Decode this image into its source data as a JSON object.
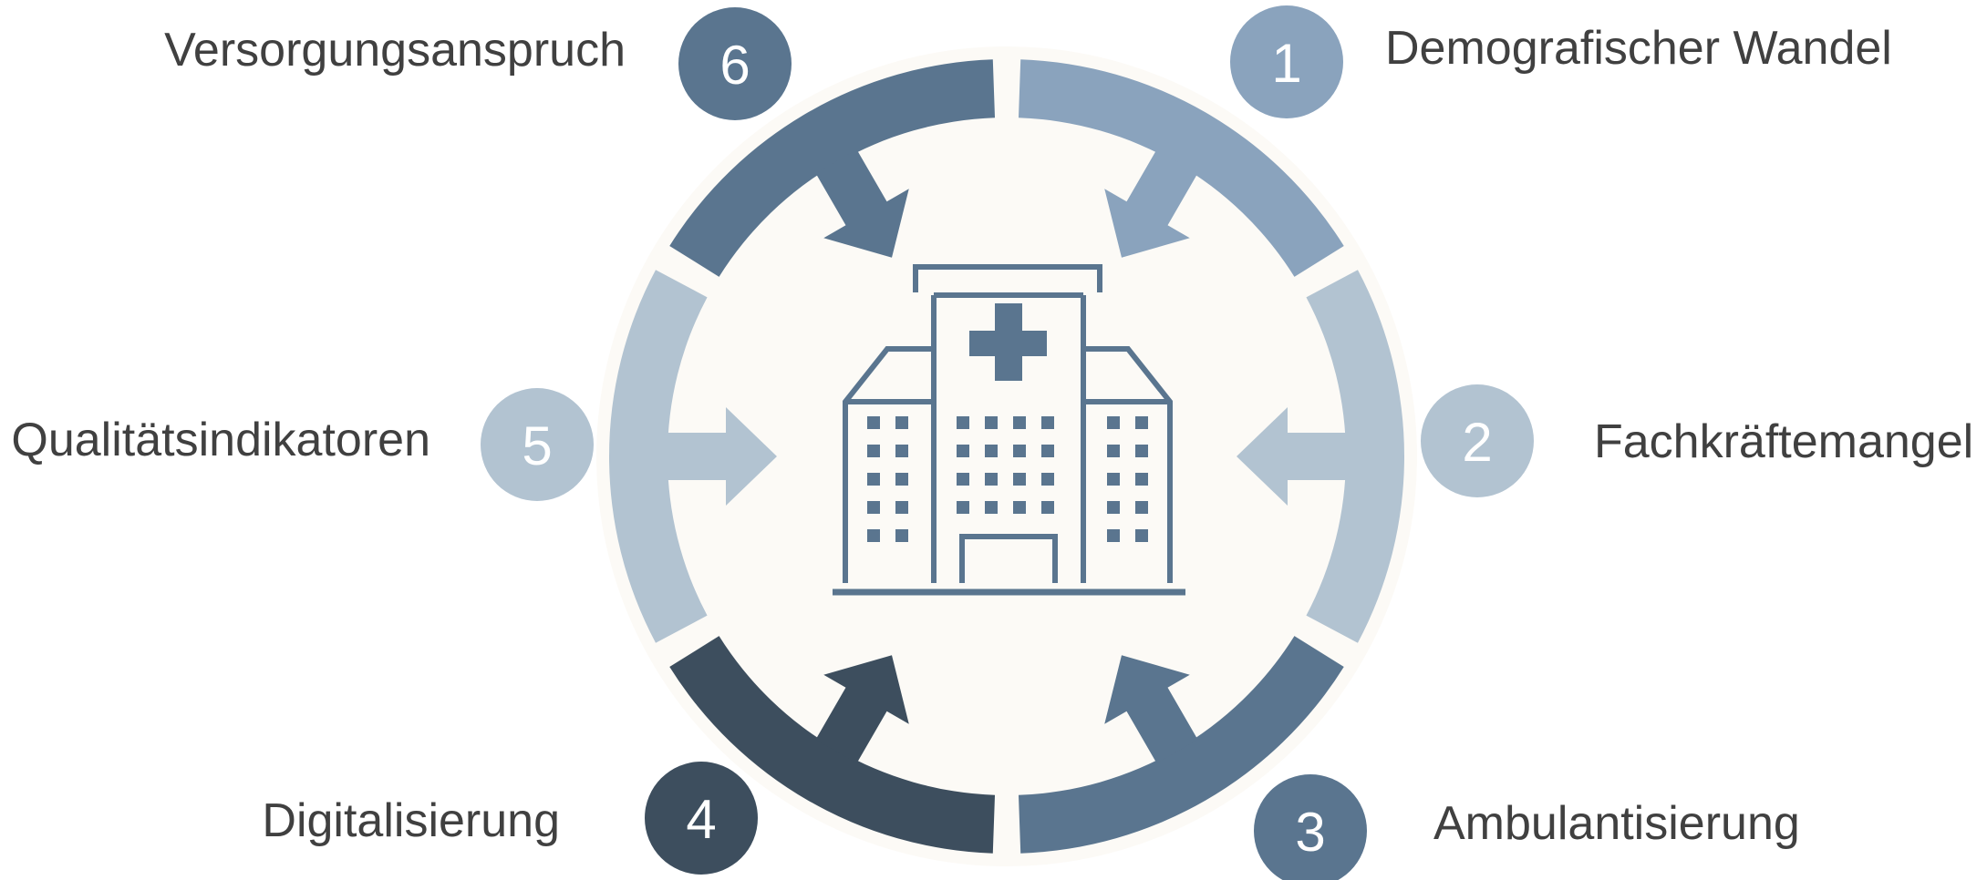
{
  "diagram": {
    "segments": [
      {
        "number": "1",
        "label": "Demografischer Wandel",
        "color": "#8aa3bd"
      },
      {
        "number": "2",
        "label": "Fachkräftemangel",
        "color": "#b2c3d1"
      },
      {
        "number": "3",
        "label": "Ambulantisierung",
        "color": "#5a758f"
      },
      {
        "number": "4",
        "label": "Digitalisierung",
        "color": "#3d4e5e"
      },
      {
        "number": "5",
        "label": "Qualitätsindikatoren",
        "color": "#b2c3d1"
      },
      {
        "number": "6",
        "label": "Versorgungsanspruch",
        "color": "#5a758f"
      }
    ],
    "center_icon": "hospital-building-icon",
    "icon_color": "#5a758f",
    "label_color": "#404040"
  }
}
